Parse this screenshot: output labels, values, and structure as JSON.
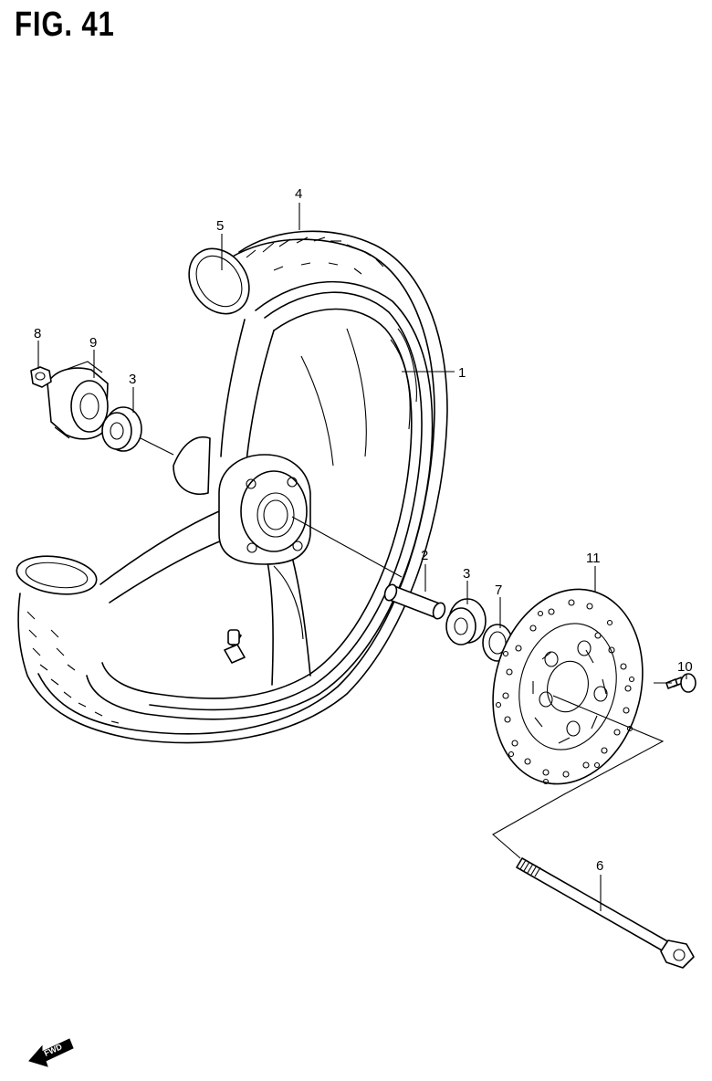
{
  "title": "FIG. 41",
  "fwd_label": "FWD",
  "callouts": [
    {
      "id": "c1",
      "text": "1"
    },
    {
      "id": "c2",
      "text": "2"
    },
    {
      "id": "c3a",
      "text": "3"
    },
    {
      "id": "c3b",
      "text": "3"
    },
    {
      "id": "c4",
      "text": "4"
    },
    {
      "id": "c5",
      "text": "5"
    },
    {
      "id": "c6",
      "text": "6"
    },
    {
      "id": "c7",
      "text": "7"
    },
    {
      "id": "c8",
      "text": "8"
    },
    {
      "id": "c9",
      "text": "9"
    },
    {
      "id": "c10",
      "text": "10"
    },
    {
      "id": "c11",
      "text": "11"
    }
  ]
}
